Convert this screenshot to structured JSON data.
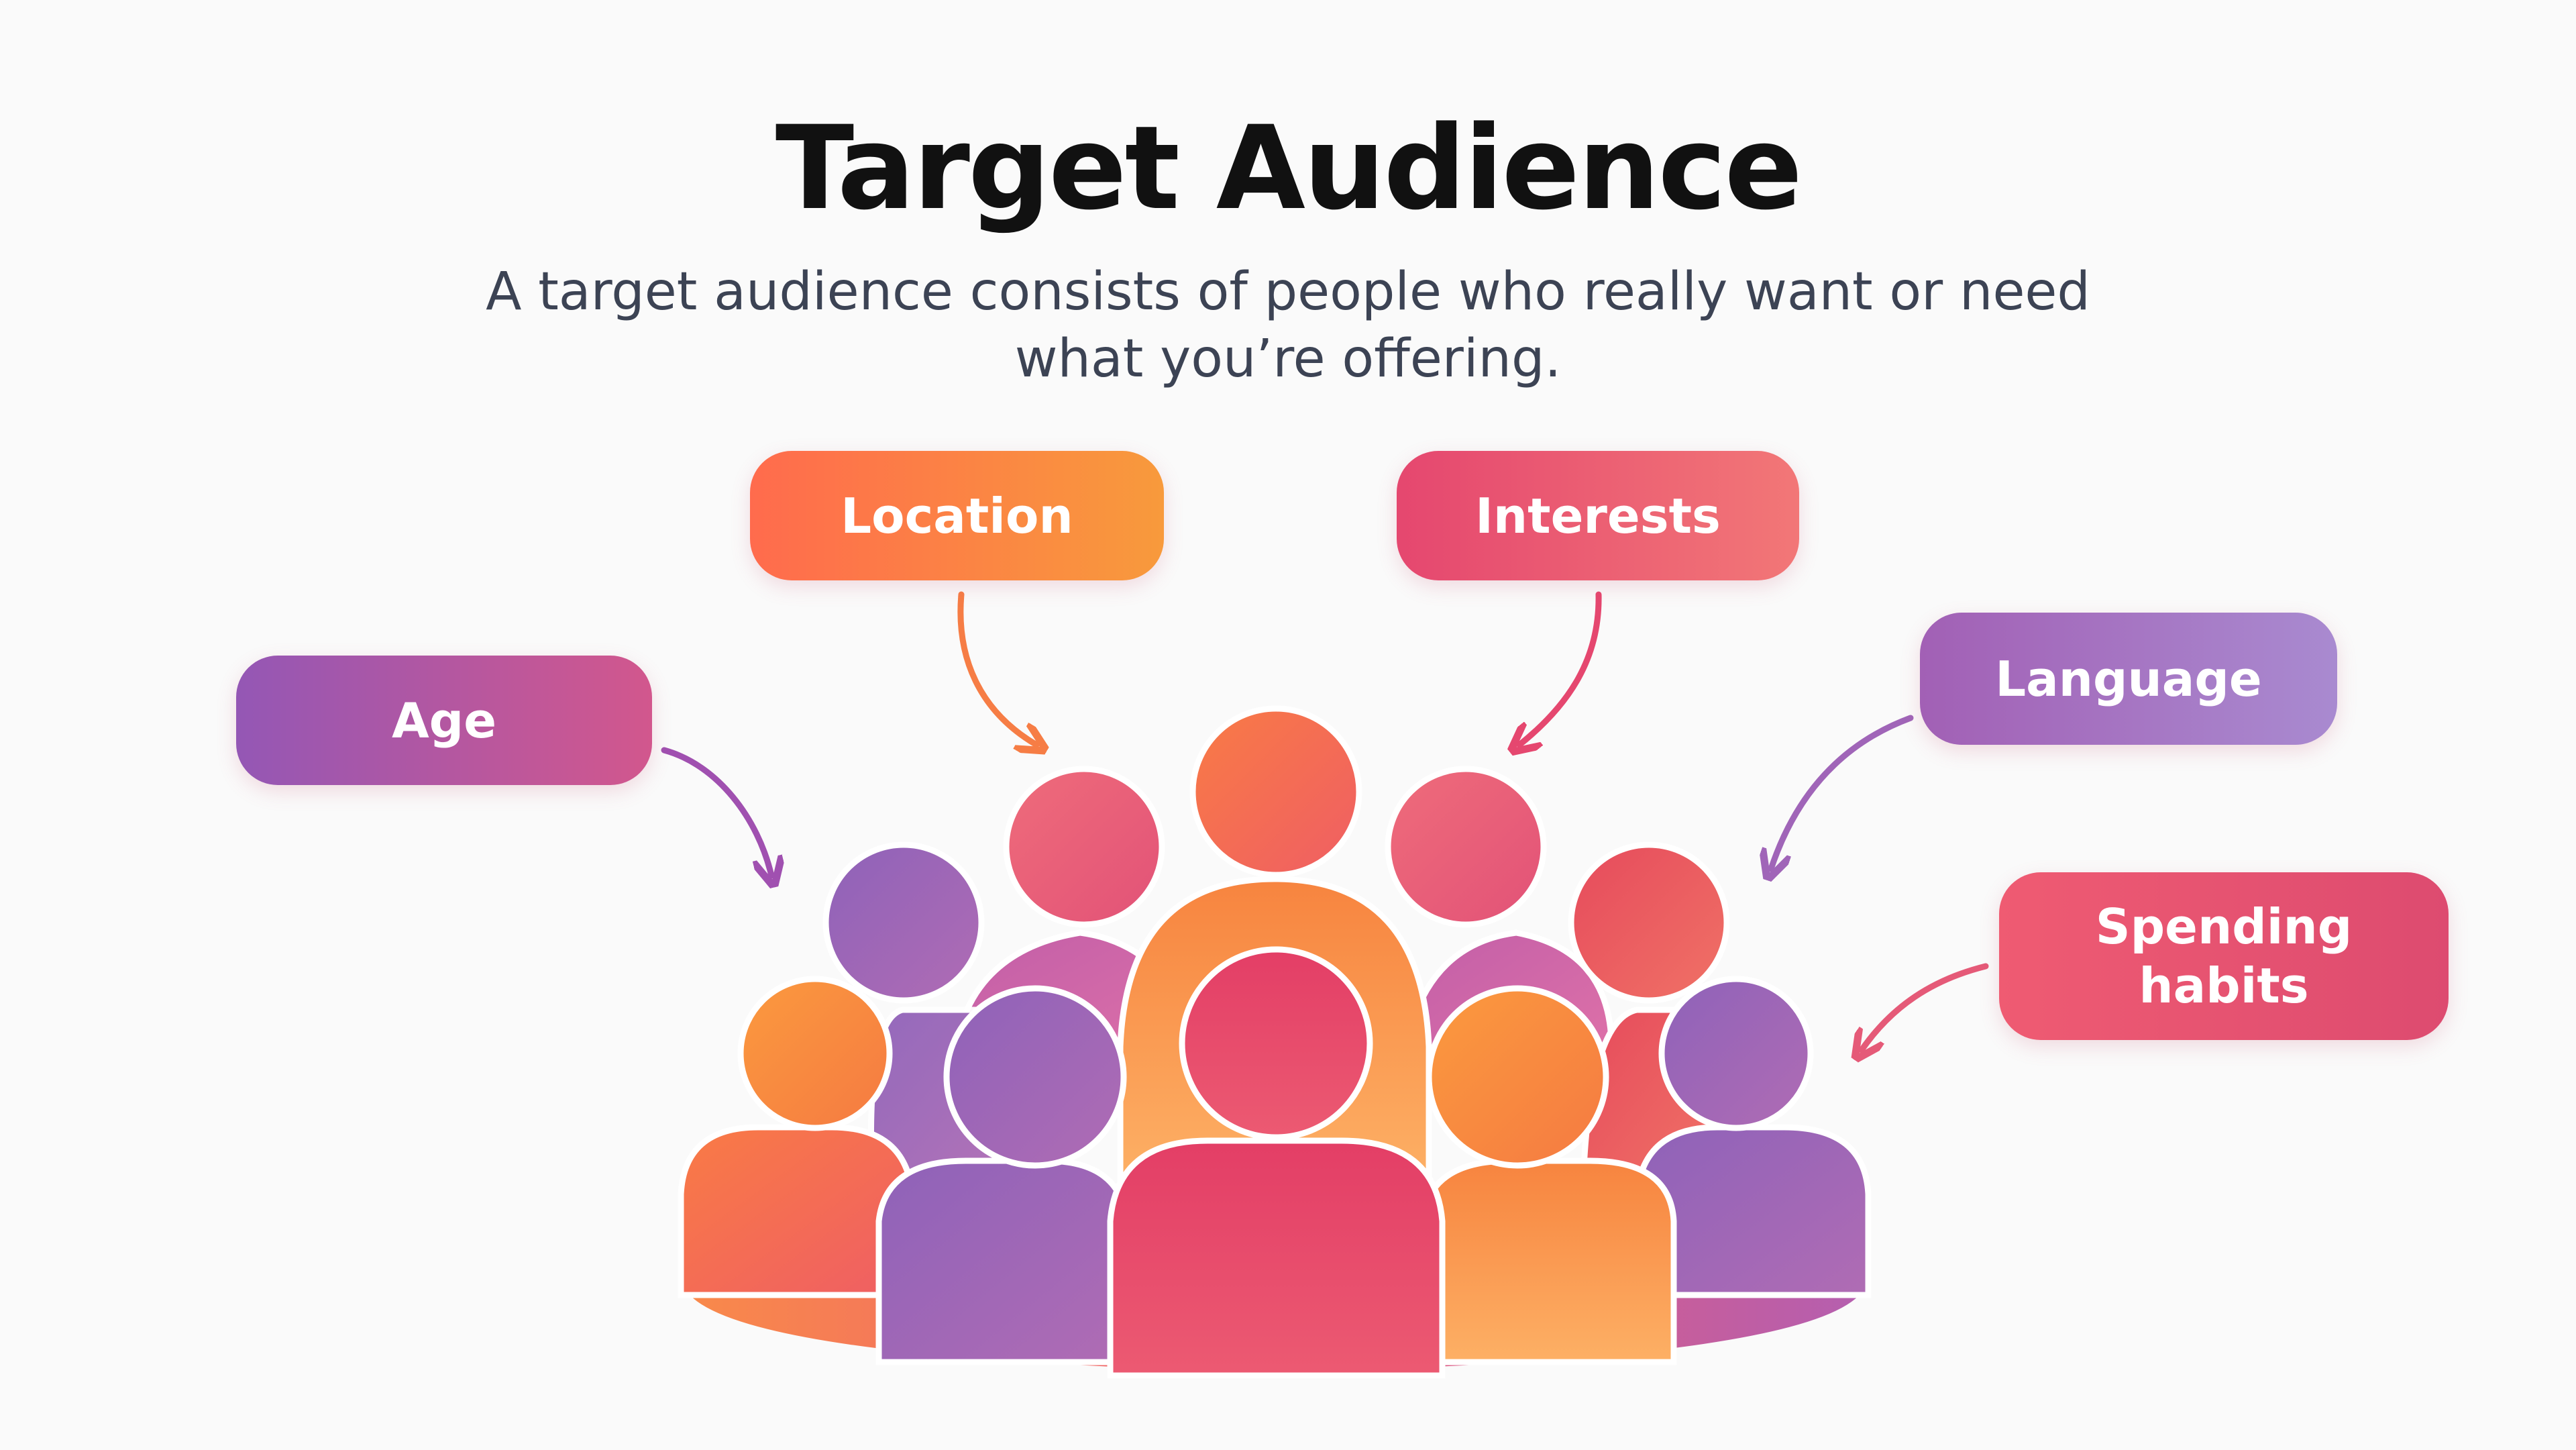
{
  "header": {
    "title": "Target Audience",
    "subtitle_line1": "A target audience consists of people who really want or need",
    "subtitle_line2": "what you’re offering."
  },
  "labels": {
    "location": "Location",
    "interests": "Interests",
    "age": "Age",
    "language": "Language",
    "spending_line1": "Spending",
    "spending_line2": "habits"
  },
  "colors": {
    "title": "#111111",
    "subtitle": "#3c4354",
    "orange": "#f98f3e",
    "coral": "#f26a4f",
    "pink": "#e8597c",
    "magenta": "#e03f6a",
    "purple": "#9b5db8",
    "lavender": "#a98ad0",
    "background": "#fafafa"
  },
  "icons": {
    "people_group": "people-group-icon",
    "arrows": "curved-arrow-icon"
  }
}
